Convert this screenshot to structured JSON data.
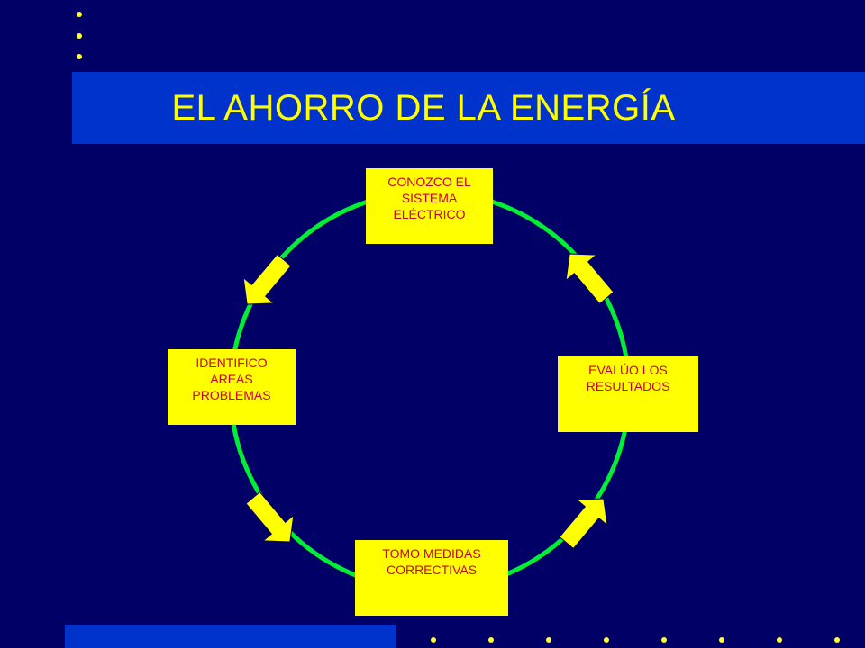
{
  "slide": {
    "title": "EL AHORRO DE LA ENERGÍA",
    "colors": {
      "background": "#000066",
      "band": "#0033cc",
      "accent": "#ffff00",
      "box_text": "#cc0033",
      "cycle_line": "#00ee33"
    }
  },
  "cycle": {
    "steps": [
      {
        "id": "top",
        "label": "CONOZCO EL\nSISTEMA\nELÉCTRICO"
      },
      {
        "id": "left",
        "label": "IDENTIFICO\nAREAS\nPROBLEMAS"
      },
      {
        "id": "bottom",
        "label": "TOMO MEDIDAS\nCORRECTIVAS"
      },
      {
        "id": "right",
        "label": "EVALÚO LOS\nRESULTADOS"
      }
    ],
    "arrows": [
      "arrow-down-left-icon",
      "arrow-down-right-icon",
      "arrow-up-right-icon",
      "arrow-up-left-icon"
    ]
  }
}
